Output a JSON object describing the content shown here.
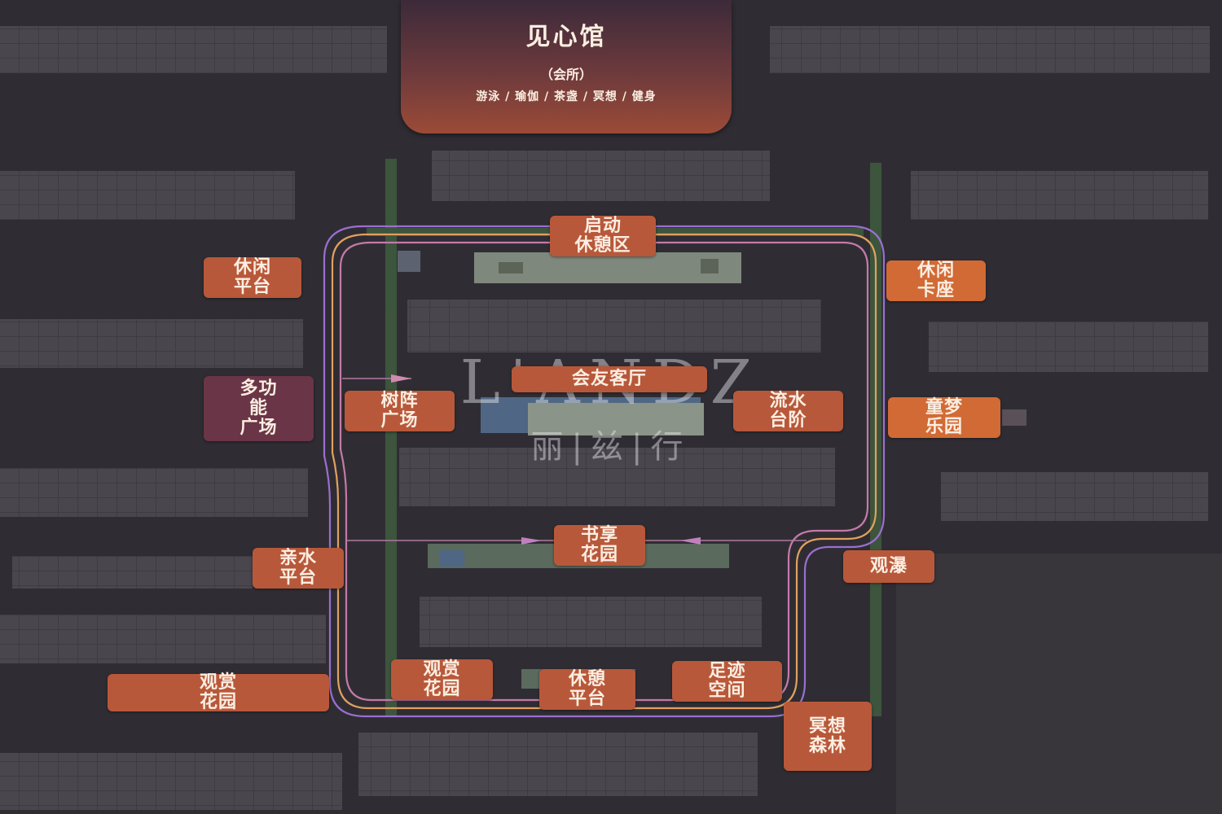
{
  "clubhouse": {
    "title": "见心馆",
    "subtitle": "（会所）",
    "activities": "游泳 / 瑜伽 / 茶盏 / 冥想 / 健身"
  },
  "watermark": {
    "brand_en": "L'ANDZ",
    "brand_cn": "丽|兹|行"
  },
  "colors": {
    "label_orange": "#b8583a",
    "label_bright": "#d26a35",
    "label_purple": "#6a3547",
    "loop_purple": "#9a6fd0",
    "loop_orange": "#e2a060",
    "background": "#2f2d33"
  },
  "labels": [
    {
      "id": "qidong",
      "lines": [
        "启动",
        "休憩区"
      ]
    },
    {
      "id": "xiuxian-pingtai",
      "lines": [
        "休闲",
        "平台"
      ]
    },
    {
      "id": "xiuxian-kazuo",
      "lines": [
        "休闲",
        "卡座"
      ]
    },
    {
      "id": "duogongneng",
      "lines": [
        "多功",
        "能",
        "广场"
      ]
    },
    {
      "id": "shuzhen",
      "lines": [
        "树阵",
        "广场"
      ]
    },
    {
      "id": "huiyou",
      "lines": [
        "会友客厅"
      ]
    },
    {
      "id": "liushui",
      "lines": [
        "流水",
        "台阶"
      ]
    },
    {
      "id": "tongmeng",
      "lines": [
        "童梦",
        "乐园"
      ]
    },
    {
      "id": "shuting",
      "lines": [
        "书享",
        "花园"
      ]
    },
    {
      "id": "qinshui",
      "lines": [
        "亲水",
        "平台"
      ]
    },
    {
      "id": "guanpu",
      "lines": [
        "观瀑"
      ]
    },
    {
      "id": "guanshang-left",
      "lines": [
        "观赏",
        "花园"
      ]
    },
    {
      "id": "guanshang-inner",
      "lines": [
        "观赏",
        "花园"
      ]
    },
    {
      "id": "xiuqi-pingtai",
      "lines": [
        "休憩",
        "平台"
      ]
    },
    {
      "id": "zuji",
      "lines": [
        "足迹",
        "空间"
      ]
    },
    {
      "id": "mingxiang",
      "lines": [
        "冥想",
        "森林"
      ]
    }
  ]
}
